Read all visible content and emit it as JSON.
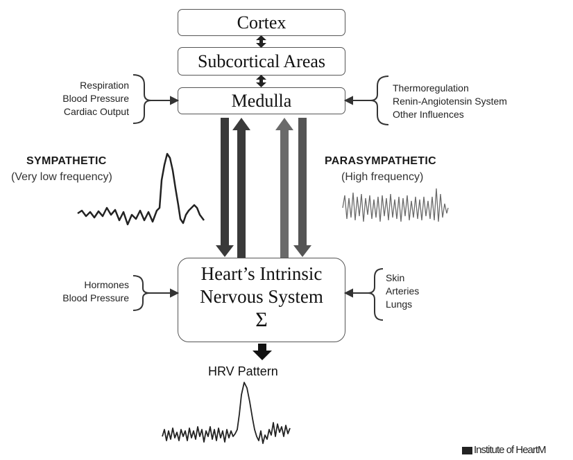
{
  "diagram": {
    "boxes": {
      "cortex": "Cortex",
      "subcortical": "Subcortical Areas",
      "medulla": "Medulla",
      "heart_line1": "Heart’s Intrinsic",
      "heart_line2": "Nervous System",
      "heart_symbol": "Σ"
    },
    "left_inputs_upper": [
      "Respiration",
      "Blood Pressure",
      "Cardiac Output"
    ],
    "right_inputs_upper": [
      "Thermoregulation",
      "Renin-Angiotensin System",
      "Other Influences"
    ],
    "left_inputs_lower": [
      "Hormones",
      "Blood Pressure"
    ],
    "right_inputs_lower": [
      "Skin",
      "Arteries",
      "Lungs"
    ],
    "sympathetic": {
      "title": "SYMPATHETIC",
      "subtitle": "(Very low frequency)"
    },
    "parasympathetic": {
      "title": "PARASYMPATHETIC",
      "subtitle": "(High  frequency)"
    },
    "output_label": "HRV Pattern",
    "credit": "Institute of HeartM"
  }
}
